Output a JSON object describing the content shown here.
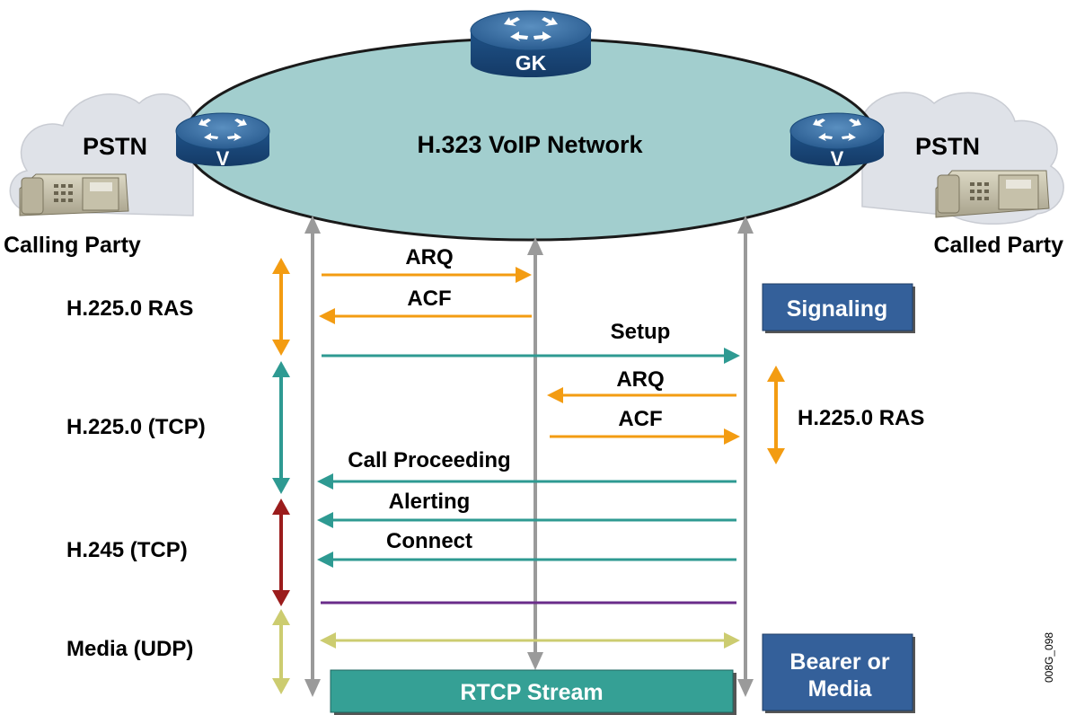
{
  "network": {
    "title": "H.323 VoIP Network",
    "gatekeeper_label": "GK",
    "gateway_left_label": "V",
    "gateway_right_label": "V"
  },
  "left_side": {
    "cloud_label": "PSTN",
    "party_label": "Calling Party"
  },
  "right_side": {
    "cloud_label": "PSTN",
    "party_label": "Called Party"
  },
  "phases": {
    "ras_left": "H.225.0 RAS",
    "tcp_225": "H.225.0 (TCP)",
    "tcp_245": "H.245 (TCP)",
    "media_udp": "Media (UDP)",
    "ras_right": "H.225.0 RAS"
  },
  "messages": {
    "arq1": "ARQ",
    "acf1": "ACF",
    "setup": "Setup",
    "arq2": "ARQ",
    "acf2": "ACF",
    "call_proceeding": "Call Proceeding",
    "alerting": "Alerting",
    "connect": "Connect"
  },
  "boxes": {
    "signaling": "Signaling",
    "bearer_line1": "Bearer or",
    "bearer_line2": "Media",
    "rtcp": "RTCP Stream"
  },
  "figure_id": "008G_098",
  "colors": {
    "ras": "#f39c12",
    "h225": "#2e9a92",
    "h245": "#9b1c1c",
    "media": "#cccc70",
    "h245_bar": "#6a2c8a",
    "lifeline": "#9a9a9a",
    "network_fill": "#9fcccc",
    "label_box": "#34609a",
    "rtcp_box": "#35a095"
  }
}
